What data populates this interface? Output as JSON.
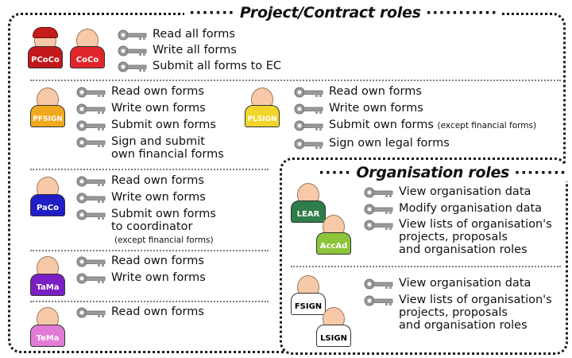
{
  "project_title": "Project/Contract roles",
  "org_title": "Organisation roles",
  "roles": {
    "pcoco": "PCoCo",
    "coco": "CoCo",
    "pfsign": "PFSIGN",
    "plsign": "PLSIGN",
    "paco": "PaCo",
    "tama": "TaMa",
    "tema": "TeMa",
    "lear": "LEAR",
    "accad": "AccAd",
    "fsign": "FSIGN",
    "lsign": "LSIGN"
  },
  "coordinator_perms": [
    "Read all forms",
    "Write all forms",
    "Submit all forms to EC"
  ],
  "pfsign_perms": [
    "Read own forms",
    "Write own forms",
    "Submit own forms",
    "Sign and submit",
    "own financial forms"
  ],
  "plsign_perms": [
    "Read own forms",
    "Write own forms",
    "Submit own forms",
    "(except financial forms)",
    "Sign own legal forms"
  ],
  "paco_perms": [
    "Read own forms",
    "Write own forms",
    "Submit own forms",
    "to coordinator",
    "(except financial forms)"
  ],
  "tama_perms": [
    "Read own forms",
    "Write own forms"
  ],
  "tema_perms": [
    "Read own forms"
  ],
  "lear_perms": [
    "View organisation data",
    "Modify organisation data",
    "View lists of organisation's",
    "projects, proposals",
    "and organisation roles"
  ],
  "fsign_perms": [
    "View organisation data",
    "View lists of organisation's",
    "projects, proposals",
    "and organisation roles"
  ],
  "colors": {
    "hat": "#c61b1b",
    "pcoco": "#c2181b",
    "coco": "#e0262a",
    "pfsign": "#f2a81d",
    "plsign": "#f2d52a",
    "paco": "#1f1ec7",
    "tama": "#7b1ec4",
    "tema": "#e27bd6",
    "lear": "#2e7d4a",
    "accad": "#8cc43c",
    "fsign": "#ffffff",
    "lsign": "#ffffff",
    "key": "#8a8a8a",
    "skin": "#f8c9a8"
  }
}
